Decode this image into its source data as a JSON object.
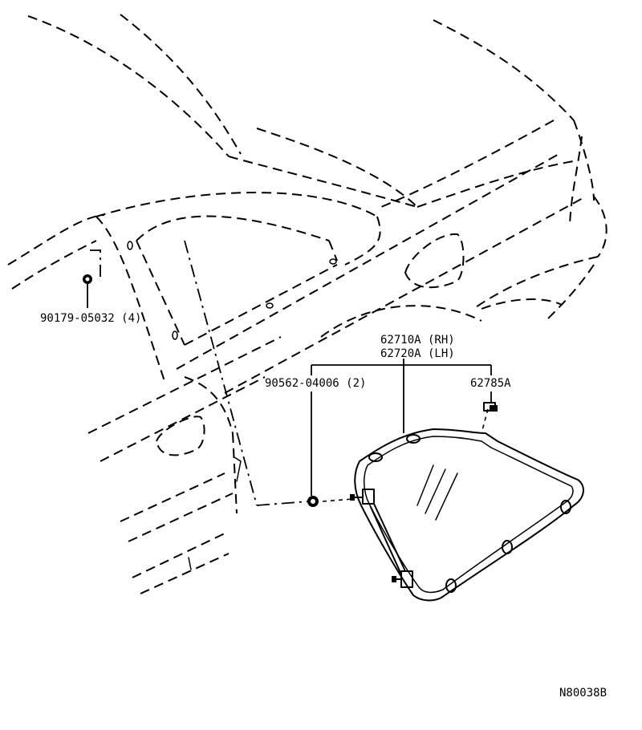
{
  "diagram": {
    "parts": {
      "nut": {
        "number": "90179-05032 (4)"
      },
      "glass_rh": {
        "number": "62710A (RH)"
      },
      "glass_lh": {
        "number": "62720A (LH)"
      },
      "clip": {
        "number": "90562-04006 (2)"
      },
      "pin": {
        "number": "62785A"
      }
    },
    "figure_code": "N80038B"
  }
}
